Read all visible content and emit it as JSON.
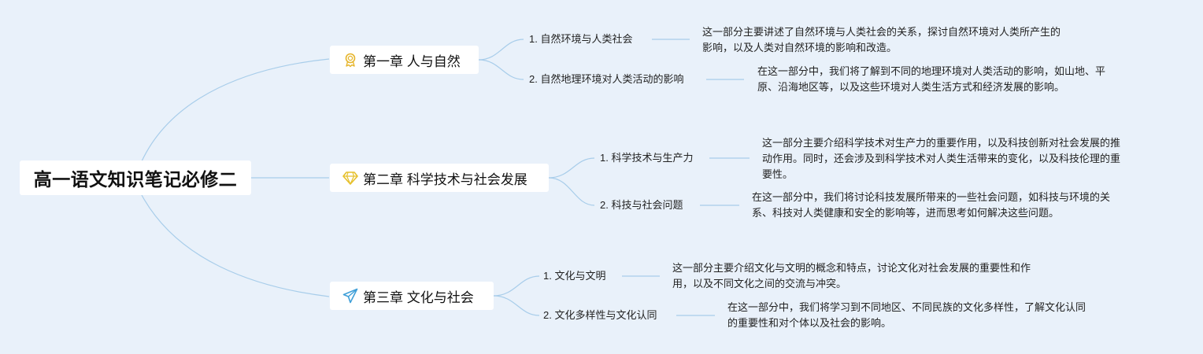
{
  "root": {
    "title": "高一语文知识笔记必修二"
  },
  "chapters": [
    {
      "title": "第一章 人与自然",
      "icon": "medal-icon",
      "sections": [
        {
          "title": "1. 自然环境与人类社会",
          "desc": "这一部分主要讲述了自然环境与人类社会的关系，探讨自然环境对人类所产生的\n影响，以及人类对自然环境的影响和改造。"
        },
        {
          "title": "2. 自然地理环境对人类活动的影响",
          "desc": "在这一部分中，我们将了解到不同的地理环境对人类活动的影响，如山地、平\n原、沿海地区等，以及这些环境对人类生活方式和经济发展的影响。"
        }
      ]
    },
    {
      "title": "第二章 科学技术与社会发展",
      "icon": "diamond-icon",
      "sections": [
        {
          "title": "1. 科学技术与生产力",
          "desc": "这一部分主要介绍科学技术对生产力的重要作用，以及科技创新对社会发展的推\n动作用。同时，还会涉及到科学技术对人类生活带来的变化，以及科技伦理的重\n要性。"
        },
        {
          "title": "2. 科技与社会问题",
          "desc": "在这一部分中，我们将讨论科技发展所带来的一些社会问题，如科技与环境的关\n系、科技对人类健康和安全的影响等，进而思考如何解决这些问题。"
        }
      ]
    },
    {
      "title": "第三章 文化与社会",
      "icon": "paper-plane-icon",
      "sections": [
        {
          "title": "1. 文化与文明",
          "desc": "这一部分主要介绍文化与文明的概念和特点，讨论文化对社会发展的重要性和作\n用，以及不同文化之间的交流与冲突。"
        },
        {
          "title": "2. 文化多样性与文化认同",
          "desc": "在这一部分中，我们将学习到不同地区、不同民族的文化多样性，了解文化认同\n的重要性和对个体以及社会的影响。"
        }
      ]
    }
  ],
  "colors": {
    "background": "#e9f1fa",
    "line": "#a8cdea",
    "node": "#ffffff"
  }
}
